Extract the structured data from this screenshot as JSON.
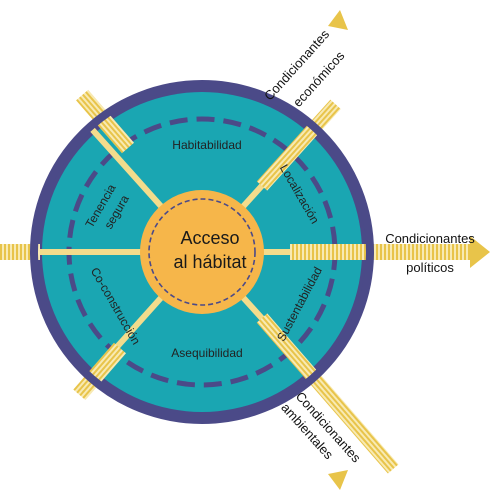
{
  "diagram": {
    "center": {
      "line1": "Acceso",
      "line2": "al hábitat"
    },
    "ring_labels": {
      "top": "Habitabilidad",
      "top_right": "Localización",
      "right": "Sustentabilidad",
      "bottom": "Asequibilidad",
      "left": "Co-construcción",
      "top_left_1": "Tenencia",
      "top_left_2": "segura"
    },
    "outer_labels": {
      "economic_1": "Condicionantes",
      "economic_2": "económicos",
      "political_1": "Condicionantes",
      "political_2": "políticos",
      "environmental_1": "Condicionantes",
      "environmental_2": "ambientales"
    },
    "colors": {
      "outer_ring": "#4b4a88",
      "teal": "#1aa6b2",
      "dashed": "#4b4a88",
      "center_fill": "#f6b64a",
      "spoke": "#f4dd8f",
      "arrow_stripe": "#e8c44a"
    }
  }
}
